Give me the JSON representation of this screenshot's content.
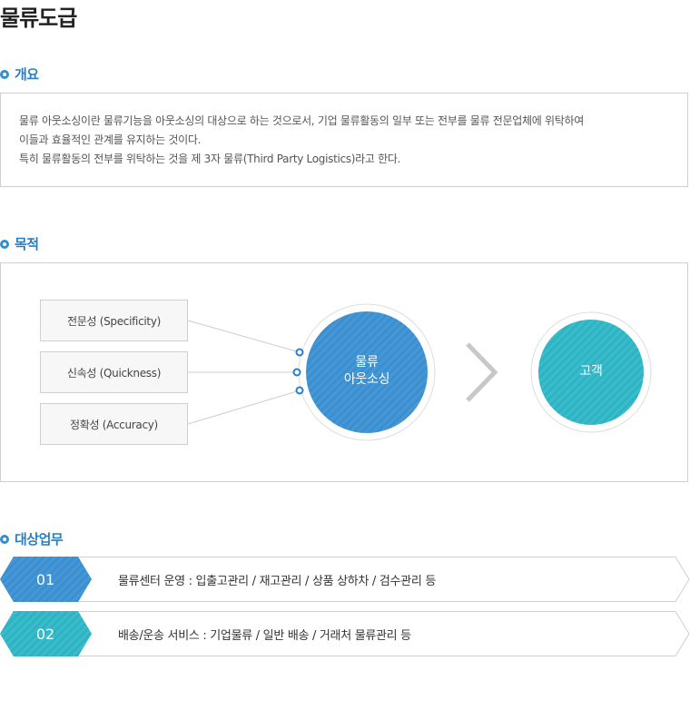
{
  "page": {
    "title": "물류도급"
  },
  "overview": {
    "heading": "개요",
    "lines": [
      "물류 아웃소싱이란 물류기능을 아웃소싱의 대상으로 하는 것으로서, 기업 물류활동의 일부 또는 전부를 물류 전문업체에 위탁하여",
      "이들과 효율적인 관계를 유지하는 것이다.",
      "특히 물류활동의 전부를 위탁하는 것을 제 3자 물류(Third Party Logistics)라고 한다."
    ]
  },
  "purpose": {
    "heading": "목적",
    "attributes": [
      "전문성 (Specificity)",
      "신속성 (Quickness)",
      "정확성 (Accuracy)"
    ],
    "center_line1": "물류",
    "center_line2": "아웃소싱",
    "target": "고객"
  },
  "tasks": {
    "heading": "대상업무",
    "items": [
      {
        "num": "01",
        "text": "물류센터 운영 : 입출고관리 / 재고관리 / 상품 상하차 / 검수관리 등"
      },
      {
        "num": "02",
        "text": "배송/운송 서비스 : 기업물류 / 일반 배송 / 거래처 물류관리 등"
      }
    ]
  },
  "colors": {
    "accent_blue": "#3a8fd0",
    "accent_teal": "#2fb5c4",
    "heading_blue": "#2a7ec4"
  }
}
